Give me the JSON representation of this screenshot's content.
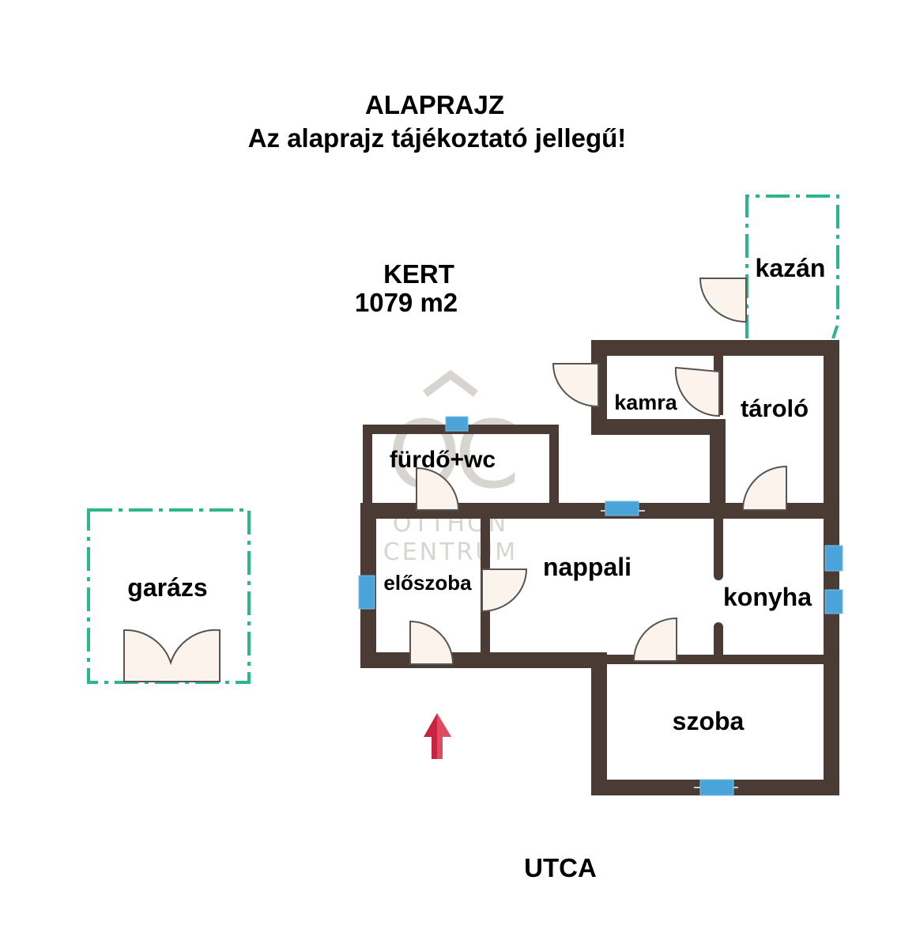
{
  "header": {
    "title": "ALAPRAJZ",
    "subtitle": "Az alaprajz tájékoztató jellegű!"
  },
  "plot": {
    "name": "KERT",
    "area": "1079 m2"
  },
  "rooms": {
    "kazan": "kazán",
    "kamra": "kamra",
    "tarolo": "tároló",
    "furdo": "fürdő+wc",
    "eloszoba": "előszoba",
    "nappali": "nappali",
    "konyha": "konyha",
    "szoba": "szoba",
    "garazs": "garázs"
  },
  "street": "UTCA",
  "watermark": {
    "monogram": "OC",
    "line1": "OTTHON",
    "line2": "CENTRUM"
  },
  "colors": {
    "wall": "#4a3b35",
    "outbuilding_outline": "#2db58d",
    "window": "#4aa3d9",
    "door_fill": "#fbf3ec",
    "entrance_arrow": "#c8243f",
    "watermark": "#d8d4d0"
  }
}
